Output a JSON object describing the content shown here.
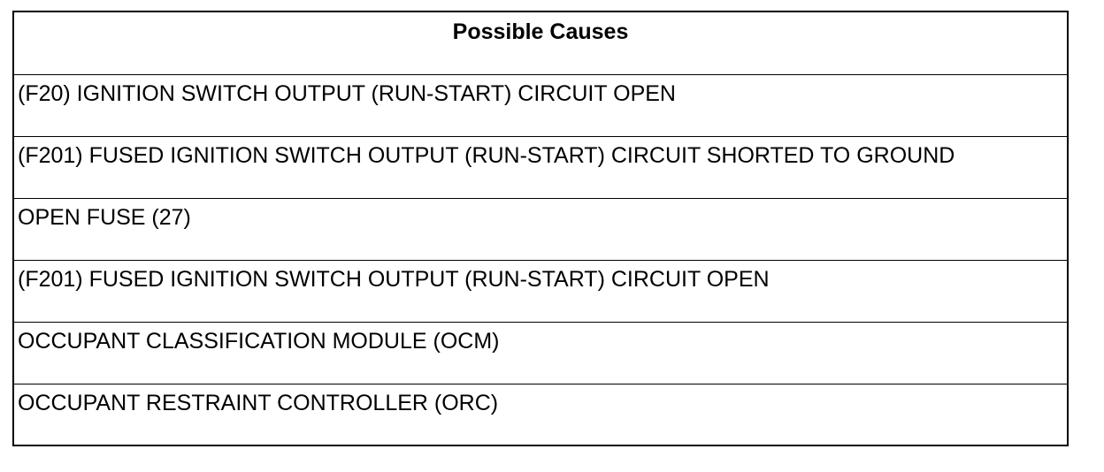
{
  "table": {
    "header": "Possible Causes",
    "rows": [
      "(F20) IGNITION SWITCH OUTPUT (RUN-START) CIRCUIT OPEN",
      "(F201) FUSED IGNITION SWITCH OUTPUT (RUN-START) CIRCUIT SHORTED TO GROUND",
      "OPEN FUSE (27)",
      "(F201) FUSED IGNITION SWITCH OUTPUT (RUN-START) CIRCUIT OPEN",
      "OCCUPANT CLASSIFICATION MODULE (OCM)",
      "OCCUPANT RESTRAINT CONTROLLER (ORC)"
    ]
  }
}
